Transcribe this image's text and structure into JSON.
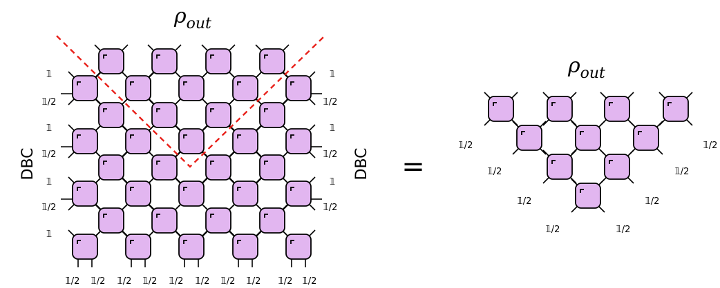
{
  "colors": {
    "gate_fill": "#e2b6f0",
    "gate_stroke": "#000000",
    "cut_line": "#e8201a"
  },
  "left": {
    "title_main": "ρ",
    "title_sub": "out",
    "side_label_left": "DBC",
    "side_label_right": "DBC",
    "row_labels_left": [
      "𝟙",
      "𝟙/2",
      "𝟙",
      "𝟙/2",
      "𝟙",
      "𝟙/2",
      "𝟙"
    ],
    "row_labels_right": [
      "𝟙",
      "𝟙/2",
      "𝟙",
      "𝟙/2",
      "𝟙",
      "𝟙/2"
    ],
    "bottom_labels": [
      "𝟙/2",
      "𝟙/2",
      "𝟙/2",
      "𝟙/2",
      "𝟙/2",
      "𝟙/2",
      "𝟙/2",
      "𝟙/2",
      "𝟙/2",
      "𝟙/2"
    ]
  },
  "equals": "=",
  "right": {
    "title_main": "ρ",
    "title_sub": "out",
    "labels": [
      "𝟙/2",
      "𝟙/2",
      "𝟙/2",
      "𝟙/2",
      "𝟙/2",
      "𝟙/2",
      "𝟙/2",
      "𝟙/2"
    ]
  }
}
